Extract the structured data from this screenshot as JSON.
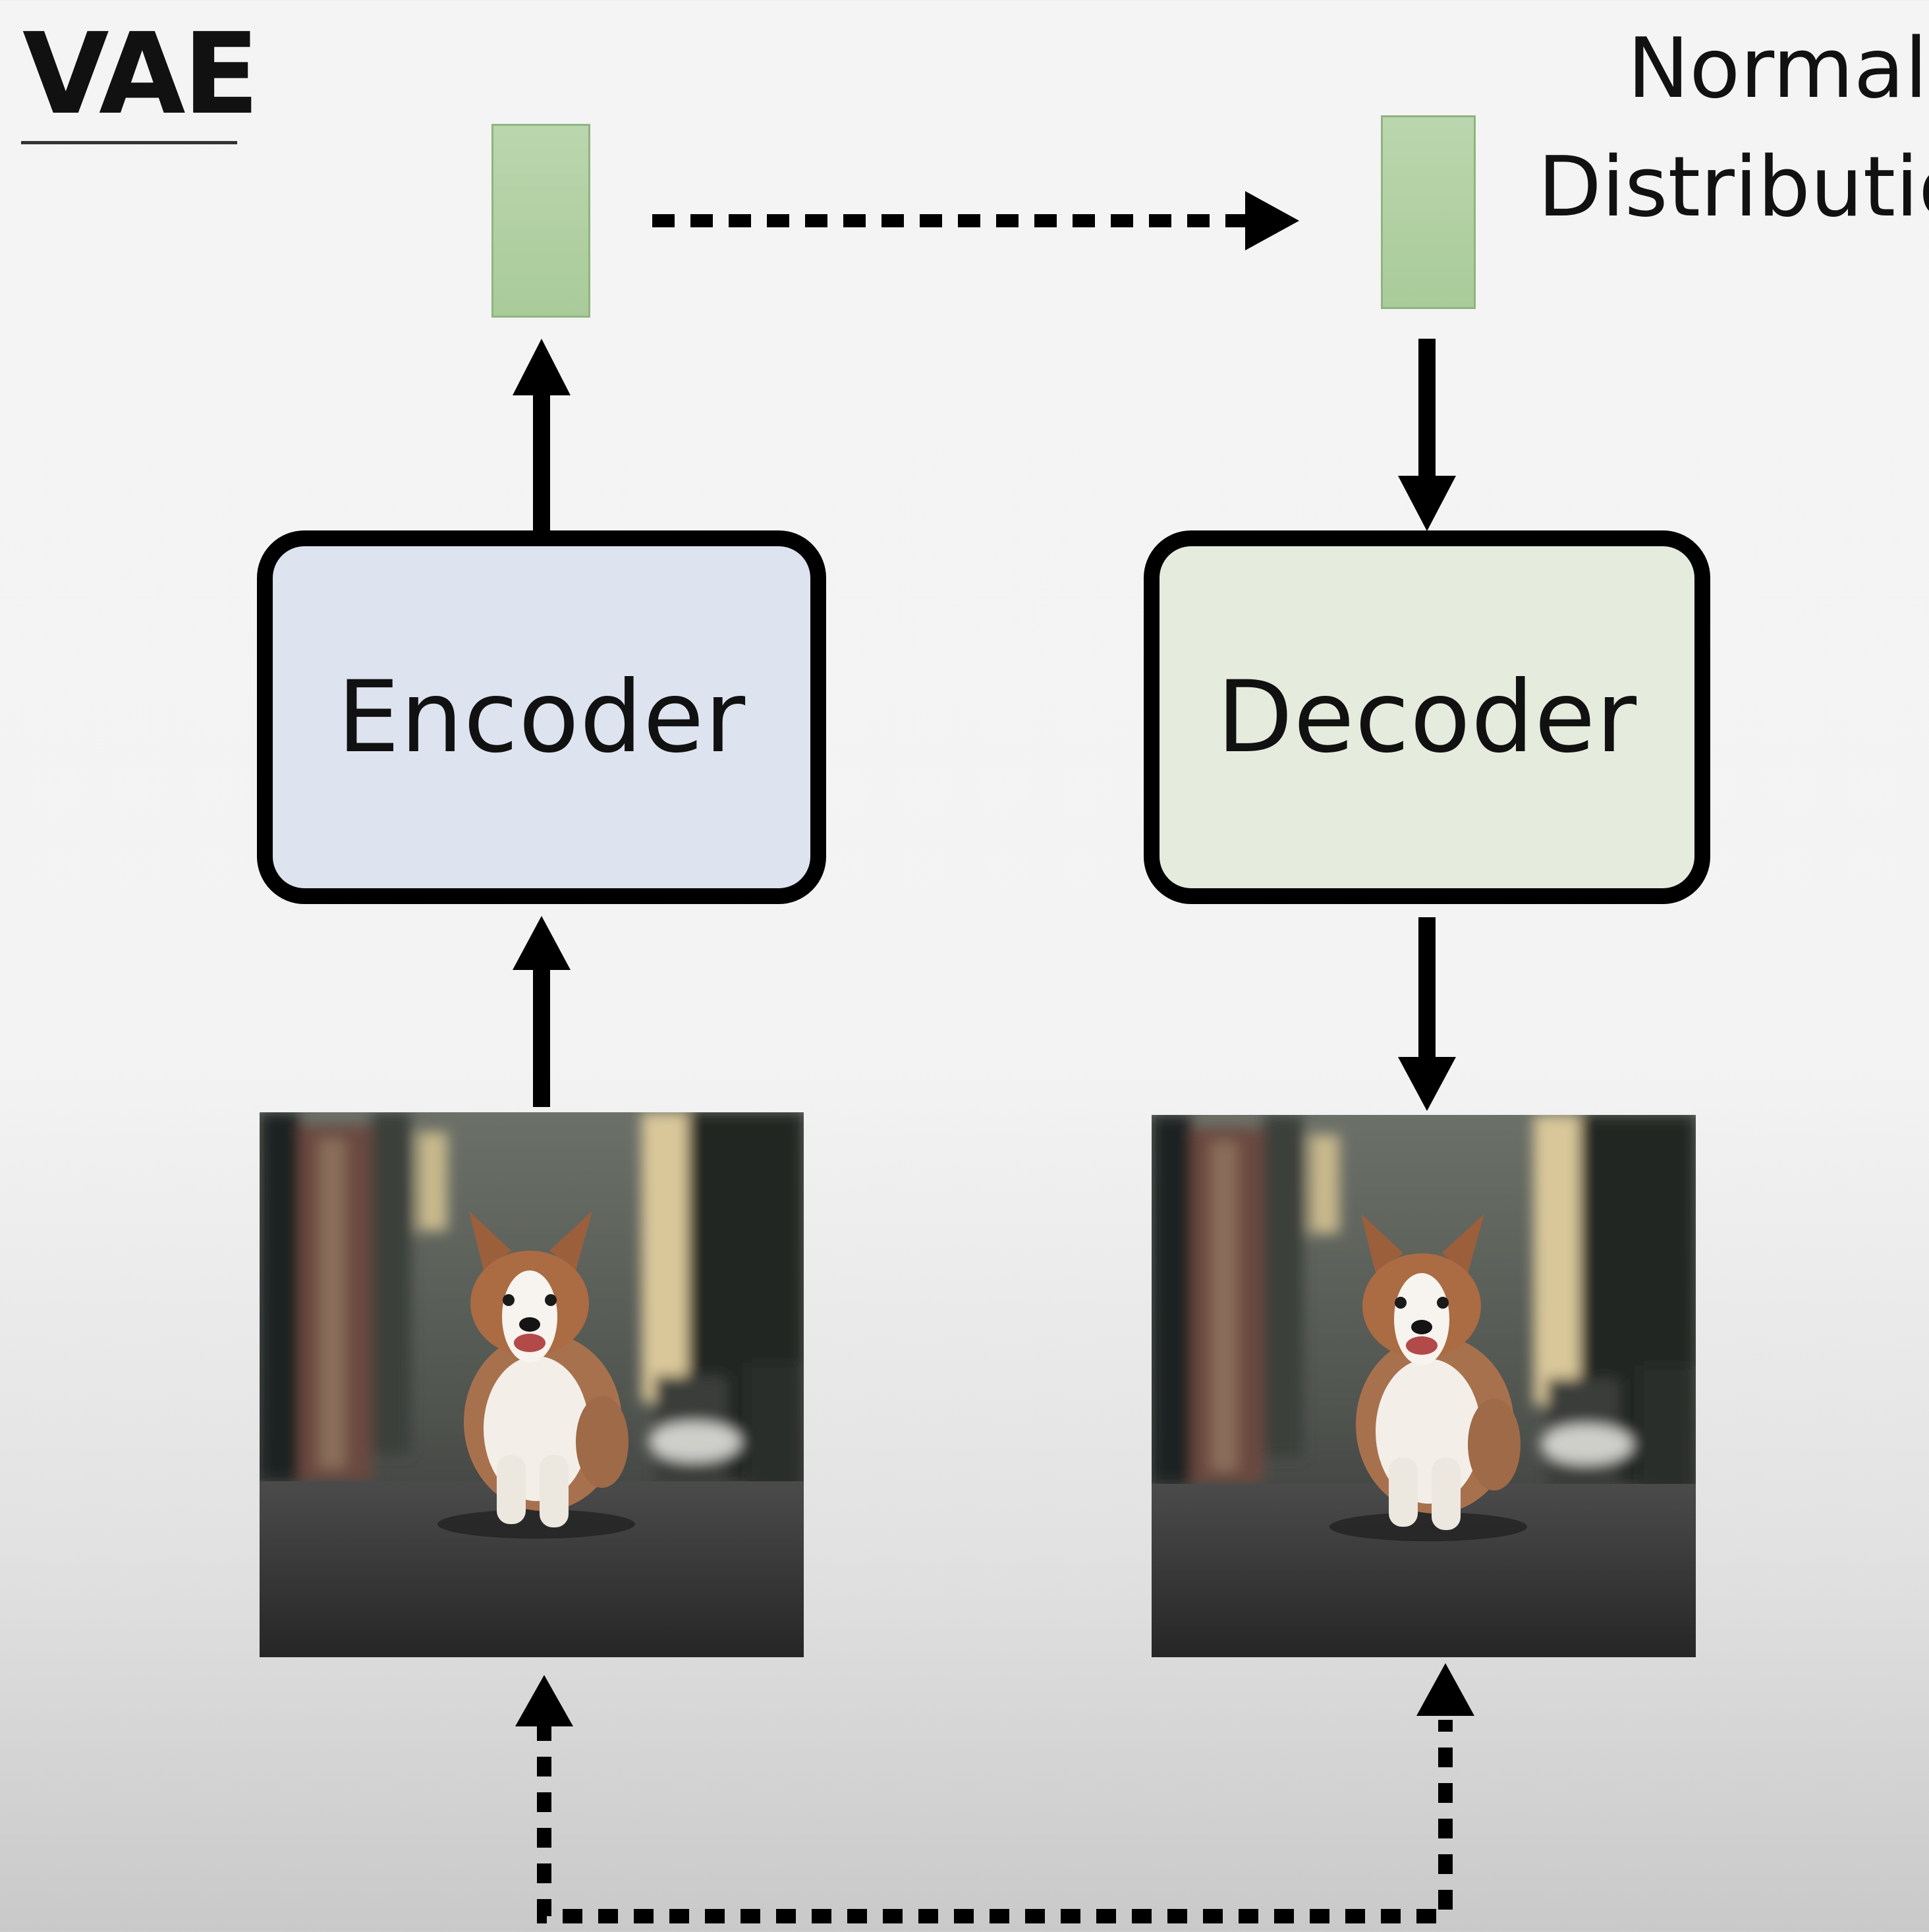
{
  "title": "VAE",
  "latent_label": {
    "line1": "Normal",
    "line2": "Distributio"
  },
  "encoder": {
    "label": "Encoder"
  },
  "decoder": {
    "label": "Decoder"
  },
  "colors": {
    "encoder_fill": "#dde4f0",
    "decoder_fill": "#e5ecdd",
    "latent_fill": "#b0cf9f",
    "arrow": "#000000"
  },
  "images": {
    "input": "corgi-running-photo",
    "output": "corgi-running-photo-reconstructed"
  }
}
